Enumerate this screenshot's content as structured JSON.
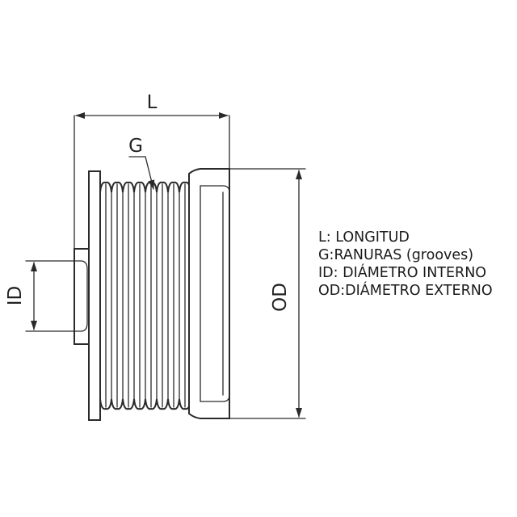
{
  "dimensions": {
    "length_label": "L",
    "grooves_label": "G",
    "inner_diameter_label": "ID",
    "outer_diameter_label": "OD"
  },
  "legend": [
    "L: LONGITUD",
    "G:RANURAS (grooves)",
    "ID: DIÁMETRO INTERNO",
    "OD:DIÁMETRO EXTERNO"
  ],
  "colors": {
    "line": "#2a2a2a",
    "background": "#ffffff"
  }
}
